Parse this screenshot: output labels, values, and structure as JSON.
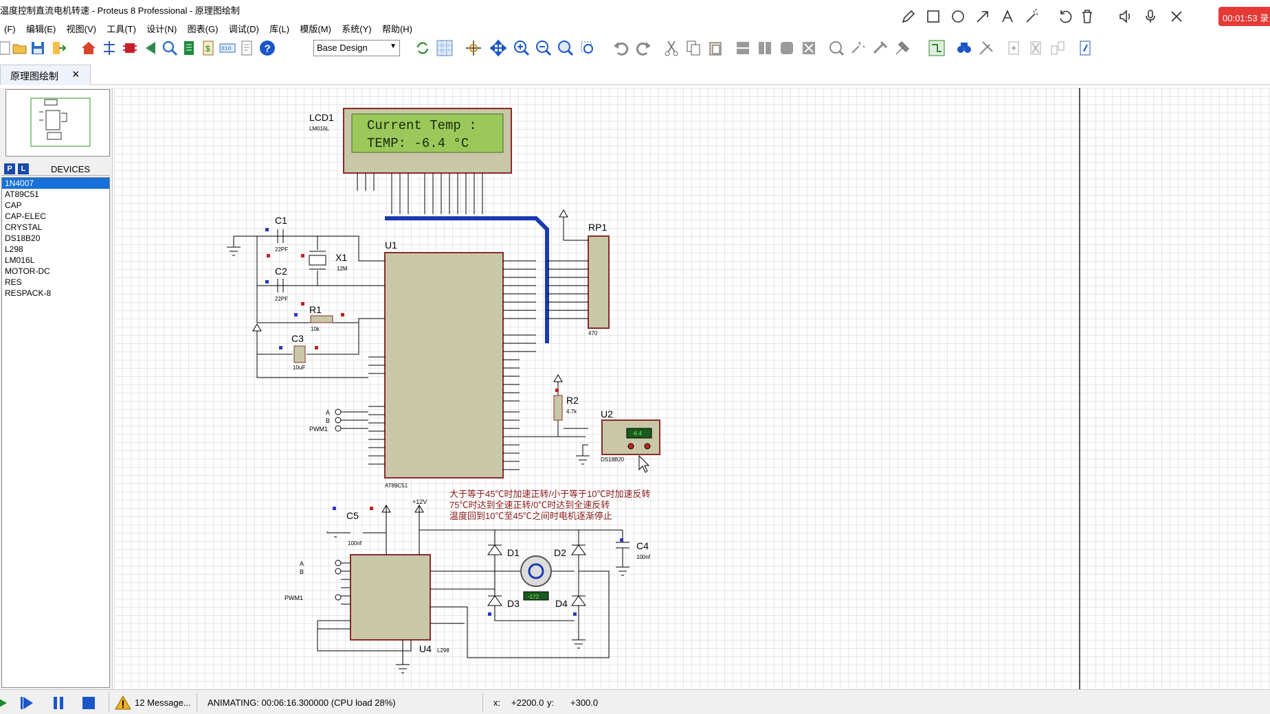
{
  "window": {
    "title": "温度控制直流电机转速 - Proteus 8 Professional - 原理图绘制"
  },
  "menu": [
    "(F)",
    "编辑(E)",
    "视图(V)",
    "工具(T)",
    "设计(N)",
    "图表(G)",
    "调试(D)",
    "库(L)",
    "模版(M)",
    "系统(Y)",
    "帮助(H)"
  ],
  "recorder": {
    "timer": "00:01:53 录"
  },
  "toolbar": {
    "design_select": "Base Design"
  },
  "tab": {
    "label": "原理图绘制"
  },
  "devices": {
    "header": "DEVICES",
    "p_btn": "P",
    "l_btn": "L",
    "items": [
      "1N4007",
      "AT89C51",
      "CAP",
      "CAP-ELEC",
      "CRYSTAL",
      "DS18B20",
      "L298",
      "LM016L",
      "MOTOR-DC",
      "RES",
      "RESPACK-8"
    ],
    "selected": "1N4007"
  },
  "schematic": {
    "lcd": {
      "ref": "LCD1",
      "type": "LM016L",
      "line1": "Current Temp :",
      "line2": "TEMP:  -6.4 °C"
    },
    "mcu": {
      "ref": "U1",
      "type": "AT89C51"
    },
    "c1": {
      "ref": "C1",
      "val": "22PF"
    },
    "c2": {
      "ref": "C2",
      "val": "22PF"
    },
    "x1": {
      "ref": "X1",
      "val": "12M"
    },
    "r1": {
      "ref": "R1",
      "val": "10k"
    },
    "c3": {
      "ref": "C3",
      "val": "10uF"
    },
    "rp1": {
      "ref": "RP1",
      "val": "470"
    },
    "r2": {
      "ref": "R2",
      "val": "4.7k"
    },
    "u2": {
      "ref": "U2",
      "type": "DS18B20",
      "reading": "-6.4"
    },
    "c5": {
      "ref": "C5",
      "val": "100nf"
    },
    "c4": {
      "ref": "C4",
      "val": "100nf"
    },
    "u4": {
      "ref": "U4",
      "type": "L298"
    },
    "d1": "D1",
    "d2": "D2",
    "d3": "D3",
    "d4": "D4",
    "motor_reading": "-172",
    "supply": "+12V",
    "note1": "大于等于45℃时加速正转/小于等于10℃时加速反转",
    "note2": "75℃时达到全速正转/0℃时达到全速反转",
    "note3": "温度回到10℃至45℃之间时电机逐渐停止",
    "net_a": "A",
    "net_b": "B",
    "net_pwm": "PWM1"
  },
  "status": {
    "messages": "12 Message...",
    "animation": "ANIMATING: 00:06:16.300000 (CPU load 28%)",
    "x_label": "x:",
    "x": "+2200.0",
    "y_label": "y:",
    "y": "+300.0"
  }
}
